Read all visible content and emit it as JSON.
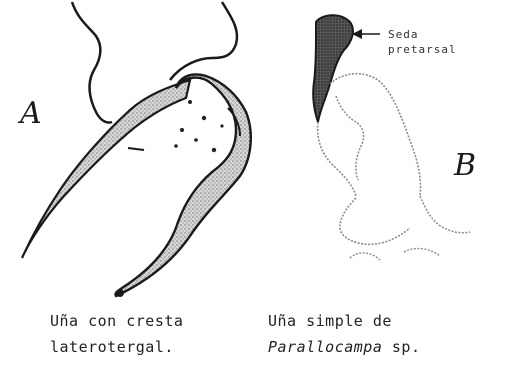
{
  "panel_a": {
    "letter": "A",
    "caption_line1": "Uña con cresta",
    "caption_line2": "laterotergal."
  },
  "panel_b": {
    "letter": "B",
    "annotation_line1": "Seda",
    "annotation_line2": "pretarsal",
    "caption_line1": "Uña simple de",
    "caption_genus": "Parallocampa",
    "caption_suffix": " sp."
  },
  "colors": {
    "ink": "#1a1a1a",
    "stipple": "#9a9a9a",
    "dark_stipple": "#3a3a3a"
  }
}
